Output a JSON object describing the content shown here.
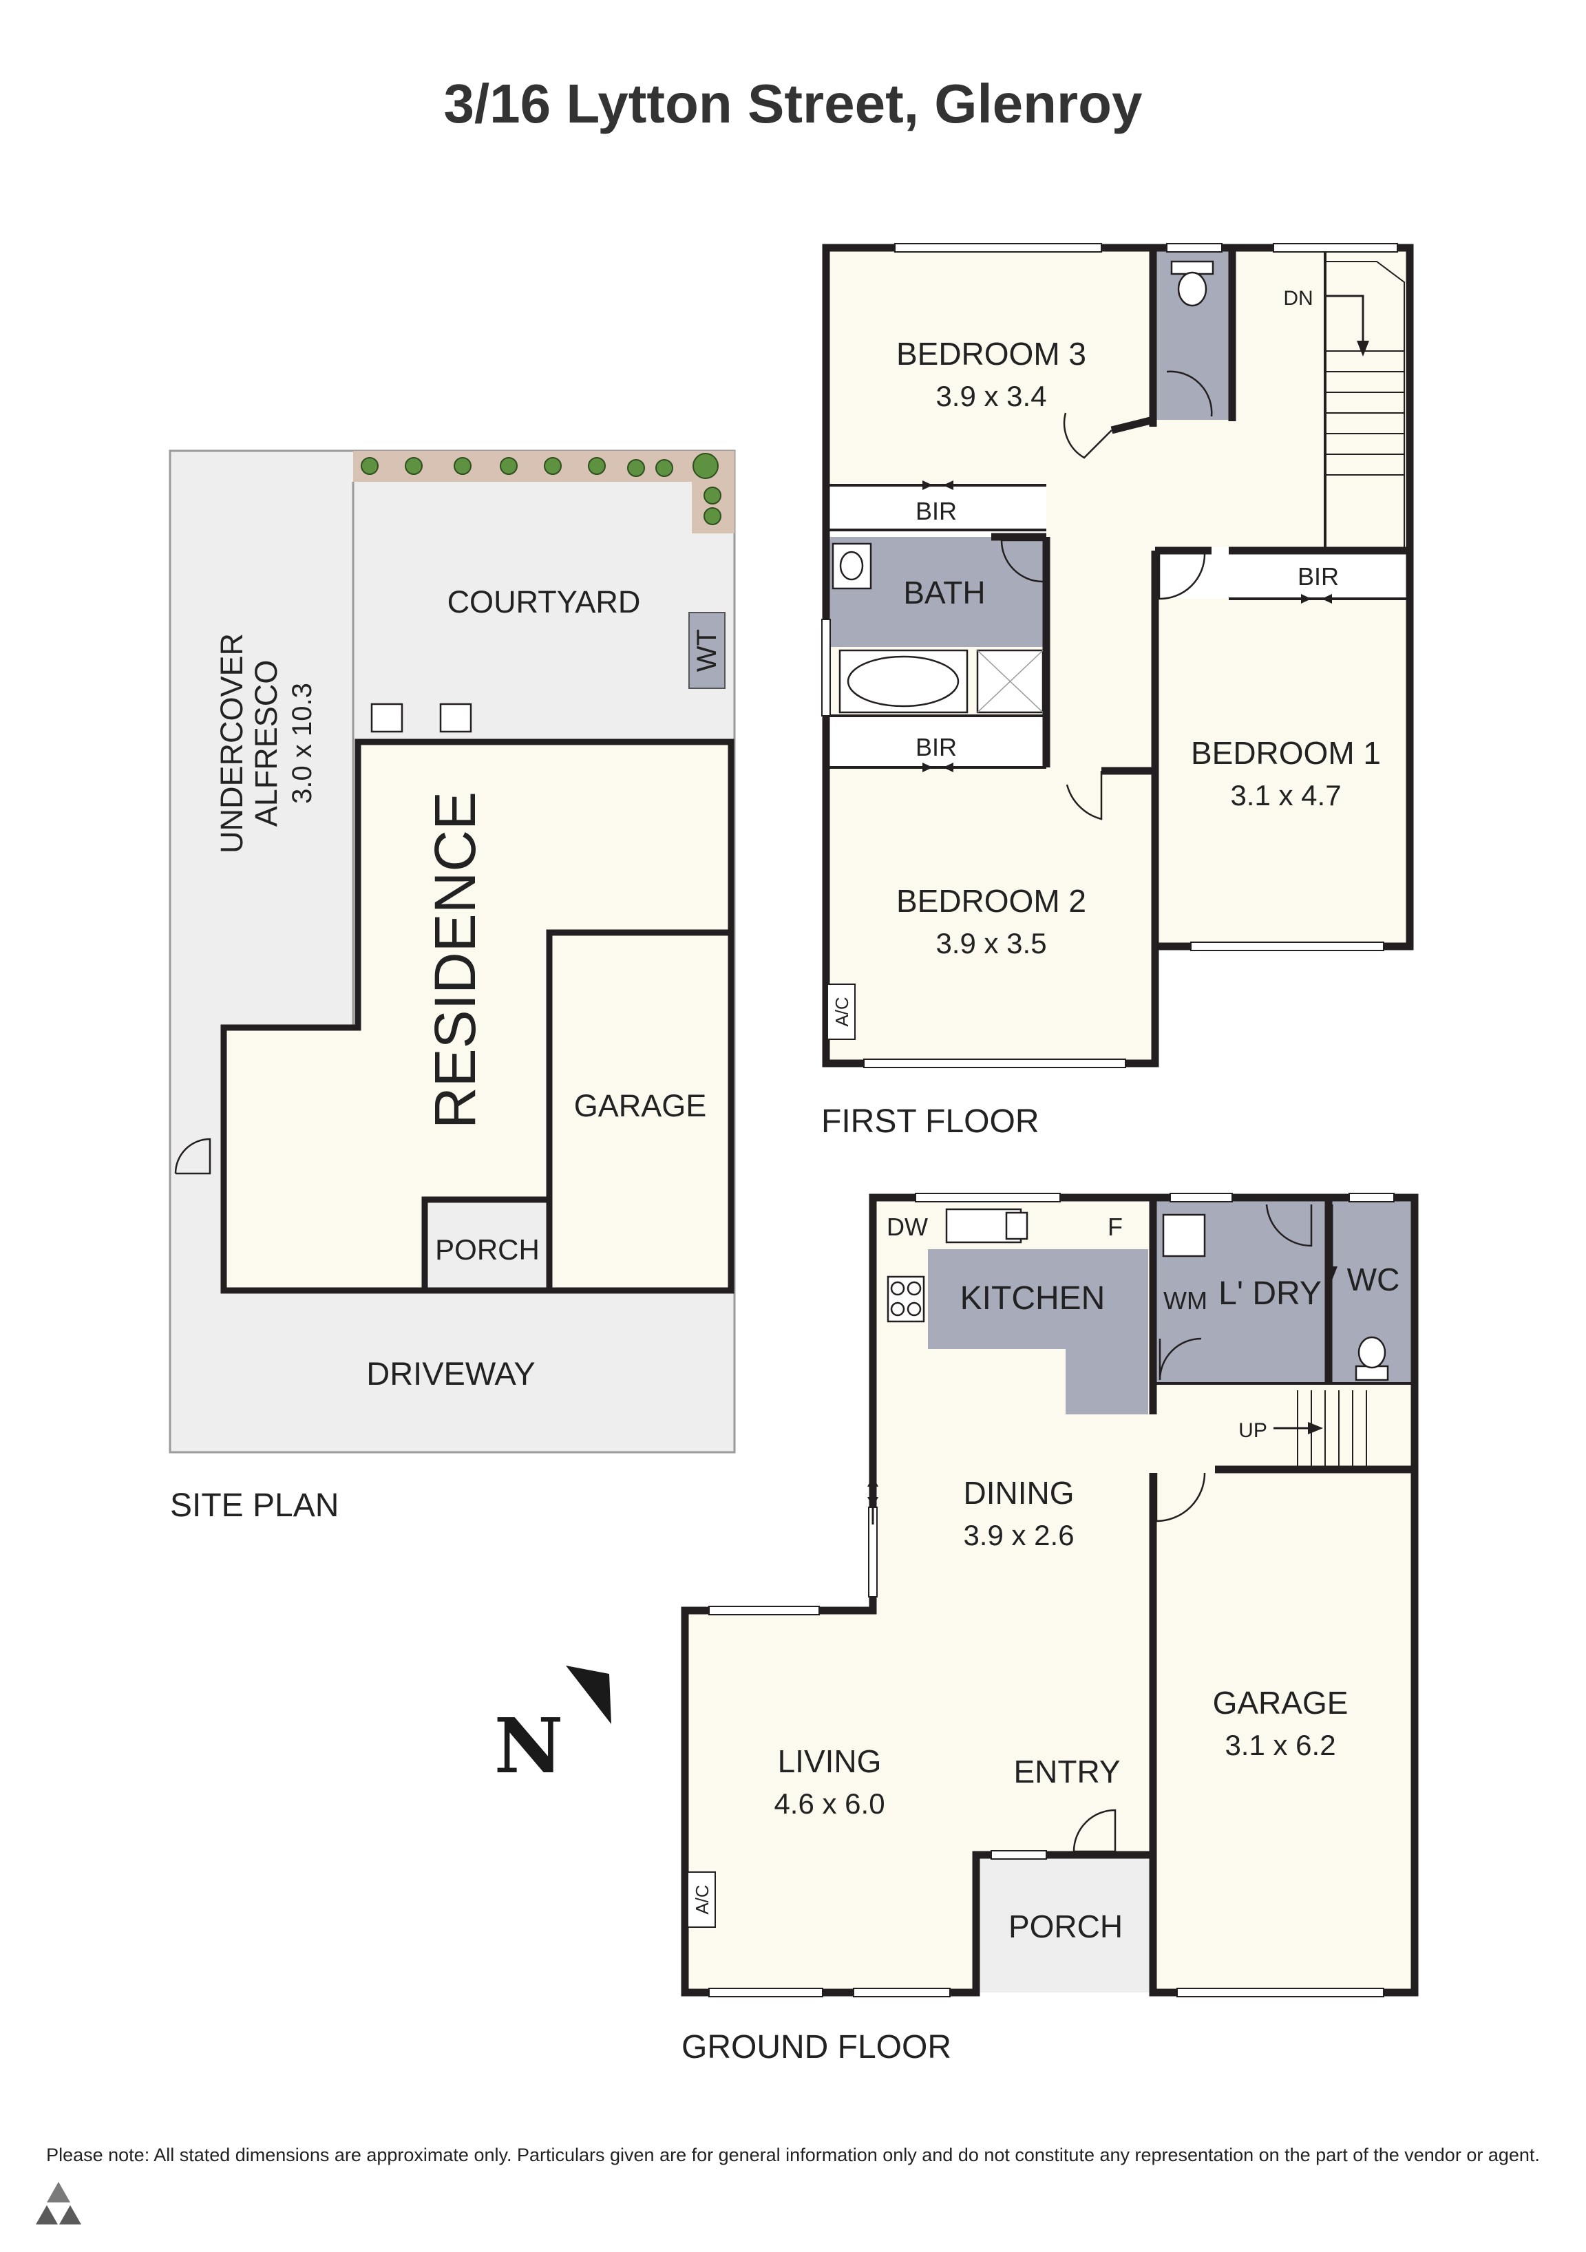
{
  "title": "3/16 Lytton Street, Glenroy",
  "colors": {
    "room": "#fcfaee",
    "wet": "#a8abb9",
    "outdoor": "#eeeeee",
    "landscape": "#d7c2b4",
    "wall": "#231f20",
    "shrub": "#5e9140"
  },
  "site_plan": {
    "heading": "SITE PLAN",
    "alfresco": {
      "line1": "UNDERCOVER",
      "line2": "ALFRESCO",
      "dims": "3.0 x 10.3"
    },
    "courtyard": "COURTYARD",
    "wt": "WT",
    "residence": "RESIDENCE",
    "garage": "GARAGE",
    "porch": "PORCH",
    "driveway": "DRIVEWAY"
  },
  "first_floor": {
    "heading": "FIRST FLOOR",
    "bedroom3": {
      "name": "BEDROOM 3",
      "dims": "3.9 x 3.4"
    },
    "bedroom2": {
      "name": "BEDROOM 2",
      "dims": "3.9 x 3.5"
    },
    "bedroom1": {
      "name": "BEDROOM 1",
      "dims": "3.1 x 4.7"
    },
    "bath": "BATH",
    "bir": "BIR",
    "dn": "DN",
    "ac": "A/C"
  },
  "ground_floor": {
    "heading": "GROUND FLOOR",
    "kitchen": "KITCHEN",
    "dw": "DW",
    "f": "F",
    "laundry": "L' DRY",
    "wm": "WM",
    "wc": "WC",
    "up": "UP",
    "dining": {
      "name": "DINING",
      "dims": "3.9 x 2.6"
    },
    "living": {
      "name": "LIVING",
      "dims": "4.6 x 6.0"
    },
    "entry": "ENTRY",
    "porch": "PORCH",
    "garage": {
      "name": "GARAGE",
      "dims": "3.1 x 6.2"
    },
    "ac": "A/C"
  },
  "north_label": "N",
  "disclaimer": "Please note: All stated dimensions are approximate only. Particulars given are for general information only and do not constitute any representation on the part of the vendor or agent."
}
